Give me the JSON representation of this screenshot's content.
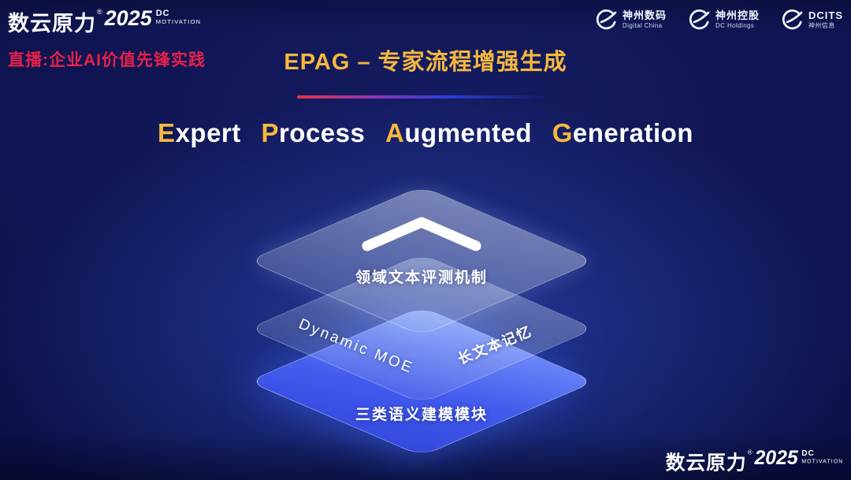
{
  "brand": {
    "name": "数云原力",
    "reg": "®",
    "year": "2025",
    "line1": "DC",
    "line2": "MOTIVATION"
  },
  "header": {
    "live_label": "直播:企业AI价值先锋实践",
    "title": "EPAG – 专家流程增强生成"
  },
  "subtitle": {
    "words": [
      {
        "cap": "E",
        "rest": "xpert"
      },
      {
        "cap": "P",
        "rest": "rocess"
      },
      {
        "cap": "A",
        "rest": "ugmented"
      },
      {
        "cap": "G",
        "rest": "eneration"
      }
    ]
  },
  "partners": [
    {
      "line1": "神州数码",
      "line2": "Digital China"
    },
    {
      "line1": "神州控股",
      "line2": "DC Holdings"
    },
    {
      "line1": "DCITS",
      "line2": "神州信息"
    }
  ],
  "diagram": {
    "layers": [
      {
        "label": "领域文本评测机制",
        "icon": "chevron-up-icon"
      },
      {
        "label_left": "Dynamic MOE",
        "label_right": "长文本记忆"
      },
      {
        "label": "三类语义建模模块"
      }
    ]
  },
  "colors": {
    "background_navy": "#0b1046",
    "accent_gold": "#f5b83d",
    "live_red": "#e6214a",
    "layer_blue": "#4159ec",
    "divider_red": "#e8344a",
    "divider_blue": "#2b3fd8"
  }
}
